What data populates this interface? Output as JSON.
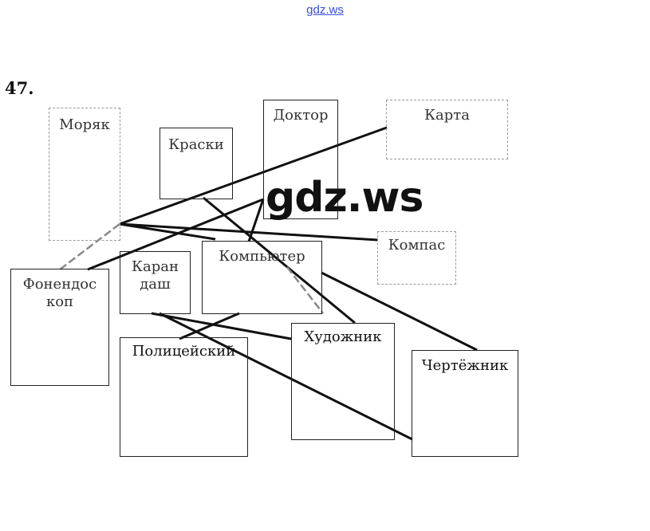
{
  "header": {
    "site": "gdz.ws"
  },
  "task": {
    "number": "47."
  },
  "watermark": "gdz.ws",
  "boxes": {
    "moryak": "Моряк",
    "kraski": "Краски",
    "doktor": "Доктор",
    "karta": "Карта",
    "kompas": "Компас",
    "fonendoskop": "Фонендос\nкоп",
    "karandash": "Каран\nдаш",
    "kompyuter": "Компьютер",
    "politseyskiy": "Полицейский",
    "khudozhnik": "Художник",
    "chertezhnik": "Чертёжник"
  },
  "colors": {
    "line": "#111111",
    "faint_line": "#8a8a8a",
    "link": "#3a4fd6"
  }
}
